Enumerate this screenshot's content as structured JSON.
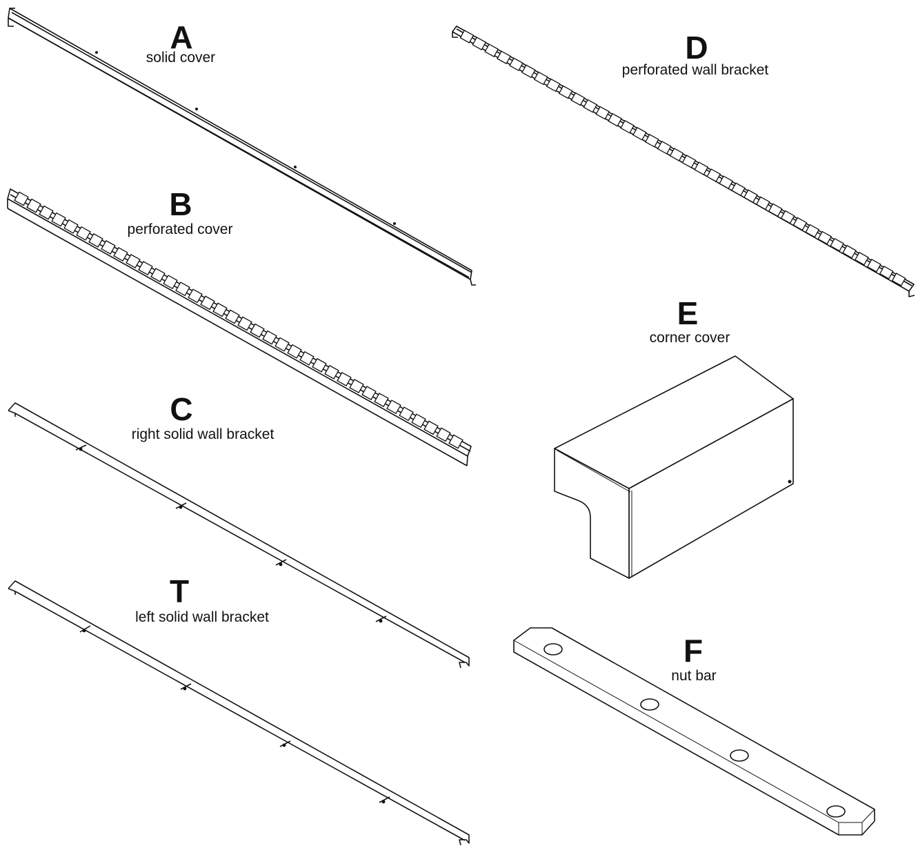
{
  "parts": [
    {
      "id": "A",
      "letter": "A",
      "description": "solid cover"
    },
    {
      "id": "B",
      "letter": "B",
      "description": "perforated cover"
    },
    {
      "id": "C",
      "letter": "C",
      "description": "right solid wall bracket"
    },
    {
      "id": "T",
      "letter": "T",
      "description": "left solid wall bracket"
    },
    {
      "id": "D",
      "letter": "D",
      "description": "perforated wall bracket"
    },
    {
      "id": "E",
      "letter": "E",
      "description": "corner cover"
    },
    {
      "id": "F",
      "letter": "F",
      "description": "nut bar"
    }
  ]
}
